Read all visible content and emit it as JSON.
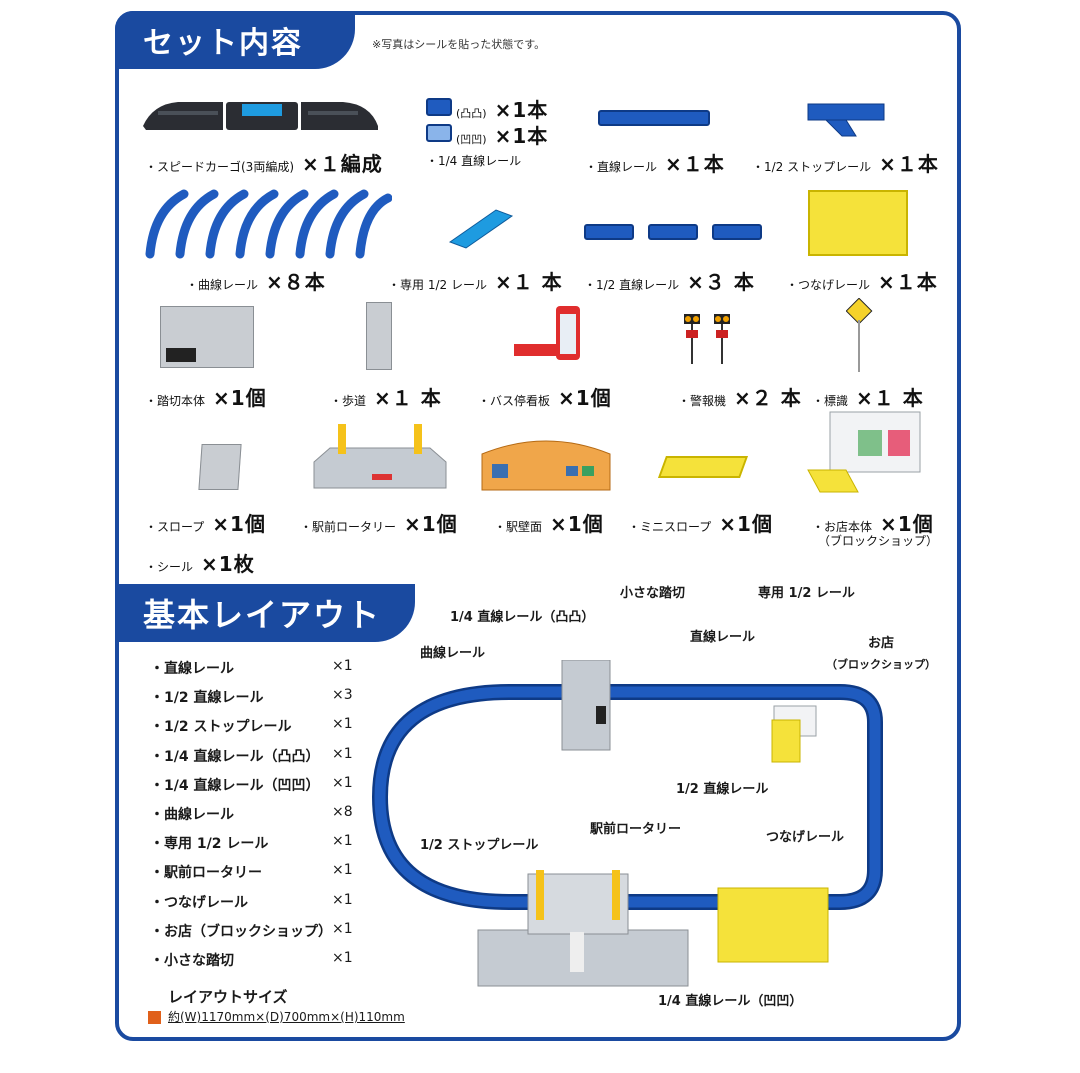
{
  "header": {
    "title": "セット内容",
    "note": "※写真はシールを貼った状態です。"
  },
  "set_items": [
    {
      "name": "・スピードカーゴ(3両編成)",
      "qty": "×１編成"
    },
    {
      "name_top": "(凸凸)",
      "qty_top": "×1本",
      "name_bot": "(凹凹)",
      "qty_bot": "×1本",
      "label": "・1/4 直線レール"
    },
    {
      "name": "・直線レール",
      "qty": "×１本"
    },
    {
      "name": "・1/2 ストップレール",
      "qty": "×１本"
    },
    {
      "name": "・曲線レール",
      "qty": "×８本"
    },
    {
      "name": "・専用 1/2 レール",
      "qty": "×１ 本"
    },
    {
      "name": "・1/2 直線レール",
      "qty": "×３ 本"
    },
    {
      "name": "・つなげレール",
      "qty": "×１本"
    },
    {
      "name": "・踏切本体",
      "qty": "×1個"
    },
    {
      "name": "・歩道",
      "qty": "×１ 本"
    },
    {
      "name": "・バス停看板",
      "qty": "×1個"
    },
    {
      "name": "・警報機",
      "qty": "×２ 本"
    },
    {
      "name": "・標識",
      "qty": "×１ 本"
    },
    {
      "name": "・スロープ",
      "qty": "×1個"
    },
    {
      "name": "・駅前ロータリー",
      "qty": "×1個"
    },
    {
      "name": "・駅壁面",
      "qty": "×1個"
    },
    {
      "name": "・ミニスロープ",
      "qty": "×1個"
    },
    {
      "name": "・お店本体",
      "qty": "×1個",
      "sub": "（ブロックショップ）"
    },
    {
      "name": "・シール",
      "qty": "×1枚"
    }
  ],
  "layout": {
    "title": "基本レイアウト",
    "list": [
      {
        "name": "・直線レール",
        "count": "×1"
      },
      {
        "name": "・1/2 直線レール",
        "count": "×3"
      },
      {
        "name": "・1/2 ストップレール",
        "count": "×1"
      },
      {
        "name": "・1/4 直線レール（凸凸）",
        "count": "×1"
      },
      {
        "name": "・1/4 直線レール（凹凹）",
        "count": "×1"
      },
      {
        "name": "・曲線レール",
        "count": "×8"
      },
      {
        "name": "・専用 1/2 レール",
        "count": "×1"
      },
      {
        "name": "・駅前ロータリー",
        "count": "×1"
      },
      {
        "name": "・つなげレール",
        "count": "×1"
      },
      {
        "name": "・お店（ブロックショップ）",
        "count": "×1"
      },
      {
        "name": "・小さな踏切",
        "count": "×1"
      }
    ],
    "size_title": "レイアウトサイズ",
    "size_value": "約(W)1170mm×(D)700mm×(H)110mm",
    "callouts": {
      "c_quarter_totsu": "1/4 直線レール（凸凸）",
      "c_small_crossing": "小さな踏切",
      "c_special_half": "専用 1/2 レール",
      "c_curve": "曲線レール",
      "c_straight": "直線レール",
      "c_shop": "お店",
      "c_shop_sub": "（ブロックショップ）",
      "c_half_straight": "1/2 直線レール",
      "c_half_stop": "1/2 ストップレール",
      "c_rotary": "駅前ロータリー",
      "c_tsunage": "つなげレール",
      "c_quarter_ou": "1/4 直線レール（凹凹）"
    }
  },
  "colors": {
    "brand_blue": "#1a4aa0",
    "rail_blue": "#1f5bbf",
    "accent_orange": "#e0601a",
    "part_yellow": "#f5e23a"
  }
}
